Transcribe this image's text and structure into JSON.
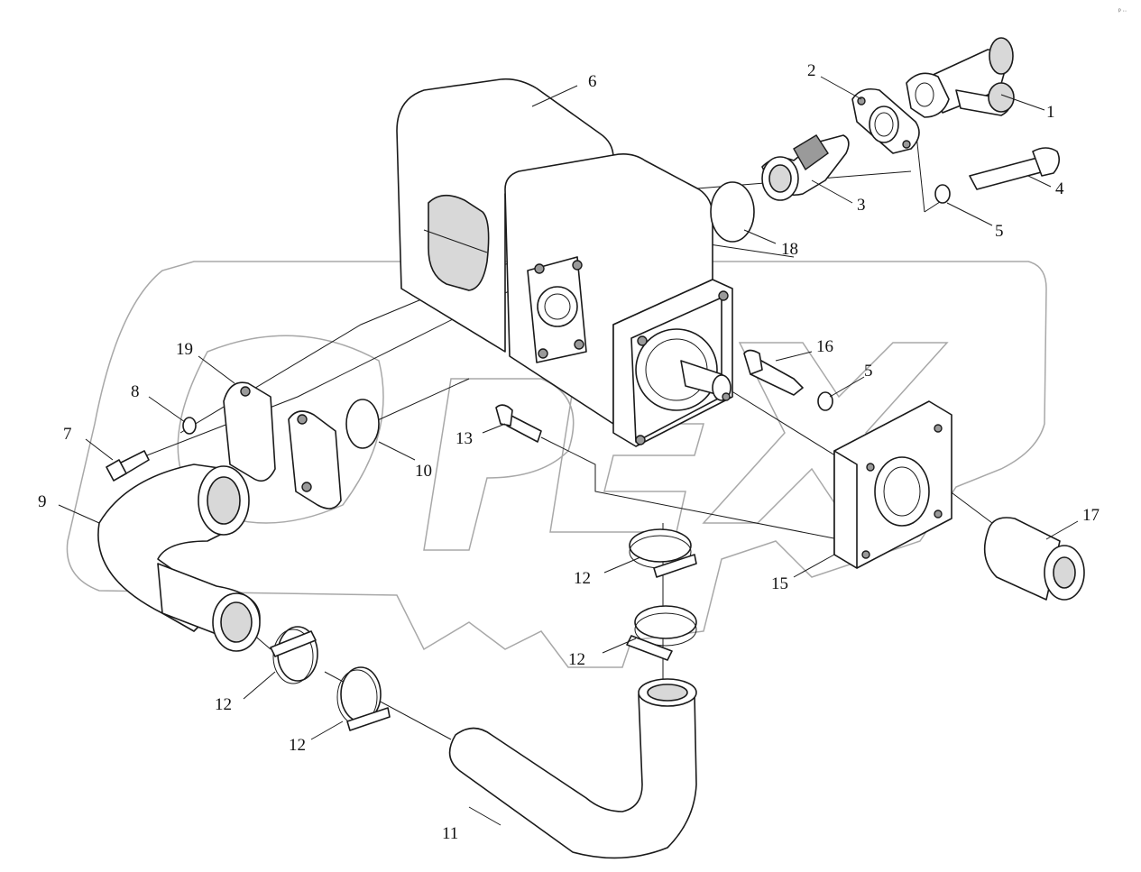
{
  "diagram": {
    "corner_mark": "ᵖ ··",
    "watermark_text": "OPEX",
    "callouts": {
      "c1": "1",
      "c2": "2",
      "c3": "3",
      "c4": "4",
      "c5a": "5",
      "c5b": "5",
      "c6": "6",
      "c7": "7",
      "c8": "8",
      "c9": "9",
      "c10": "10",
      "c11": "11",
      "c12a": "12",
      "c12b": "12",
      "c12c": "12",
      "c12d": "12",
      "c13": "13",
      "c15": "15",
      "c16": "16",
      "c17": "17",
      "c18": "18",
      "c19": "19"
    }
  }
}
